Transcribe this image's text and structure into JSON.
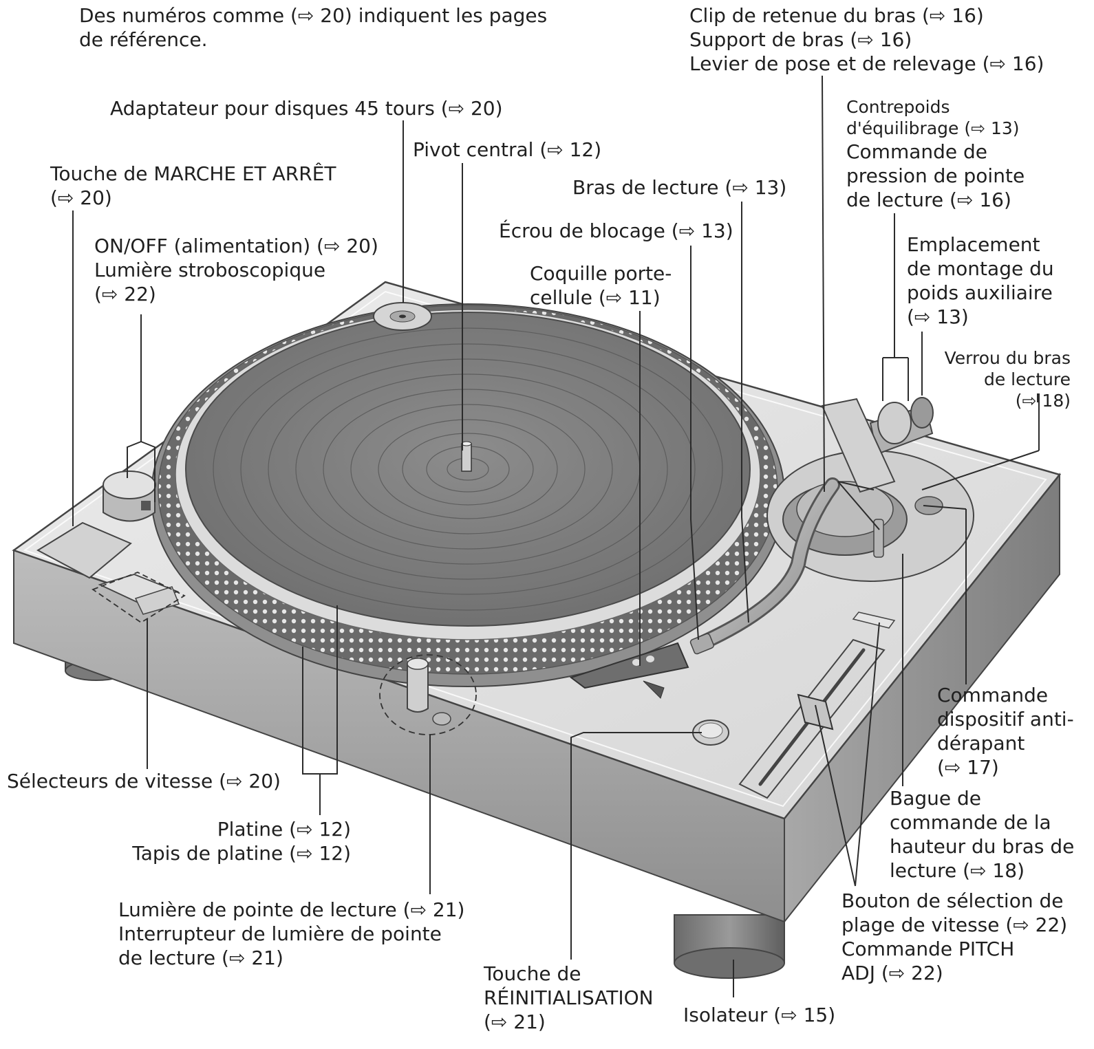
{
  "intro": "Des numéros comme (⇨ 20) indiquent les pages\nde référence.",
  "labels": {
    "clip": "Clip de retenue du bras (⇨ 16)\nSupport de bras (⇨ 16)\nLevier de pose et de relevage (⇨ 16)",
    "adaptateur": "Adaptateur pour disques 45 tours (⇨ 20)",
    "pivot": "Pivot central (⇨ 12)",
    "touche_marche": "Touche de MARCHE ET ARRÊT\n(⇨ 20)",
    "bras": "Bras de lecture (⇨ 13)",
    "ecrou": "Écrou de blocage (⇨ 13)",
    "contrepoids": "Contrepoids\nd'équilibrage (⇨ 13)",
    "commande_pression": "Commande de\npression de pointe\nde lecture (⇨ 16)",
    "onoff": "ON/OFF (alimentation) (⇨ 20)\nLumière stroboscopique\n(⇨ 22)",
    "coquille": "Coquille porte-\ncellule (⇨ 11)",
    "emplacement": "Emplacement\nde montage du\npoids auxiliaire\n(⇨ 13)",
    "verrou": "Verrou du bras\nde lecture\n(⇨ 18)",
    "antiderapant": "Commande\ndispositif anti-\ndérapant\n(⇨ 17)",
    "selecteurs": "Sélecteurs de vitesse (⇨ 20)",
    "bague": "Bague de\ncommande de la\nhauteur du bras de\nlecture (⇨ 18)",
    "platine": "Platine (⇨ 12)\nTapis de platine (⇨ 12)",
    "bouton_plage": "Bouton de sélection de\nplage de vitesse (⇨ 22)\nCommande PITCH\nADJ (⇨ 22)",
    "lumiere_pointe": "Lumière de pointe de lecture (⇨ 21)\nInterrupteur de lumière de pointe\nde lecture (⇨ 21)",
    "reinit": "Touche de\nRÉINITIALISATION\n(⇨ 21)",
    "isolateur": "Isolateur (⇨ 15)"
  }
}
